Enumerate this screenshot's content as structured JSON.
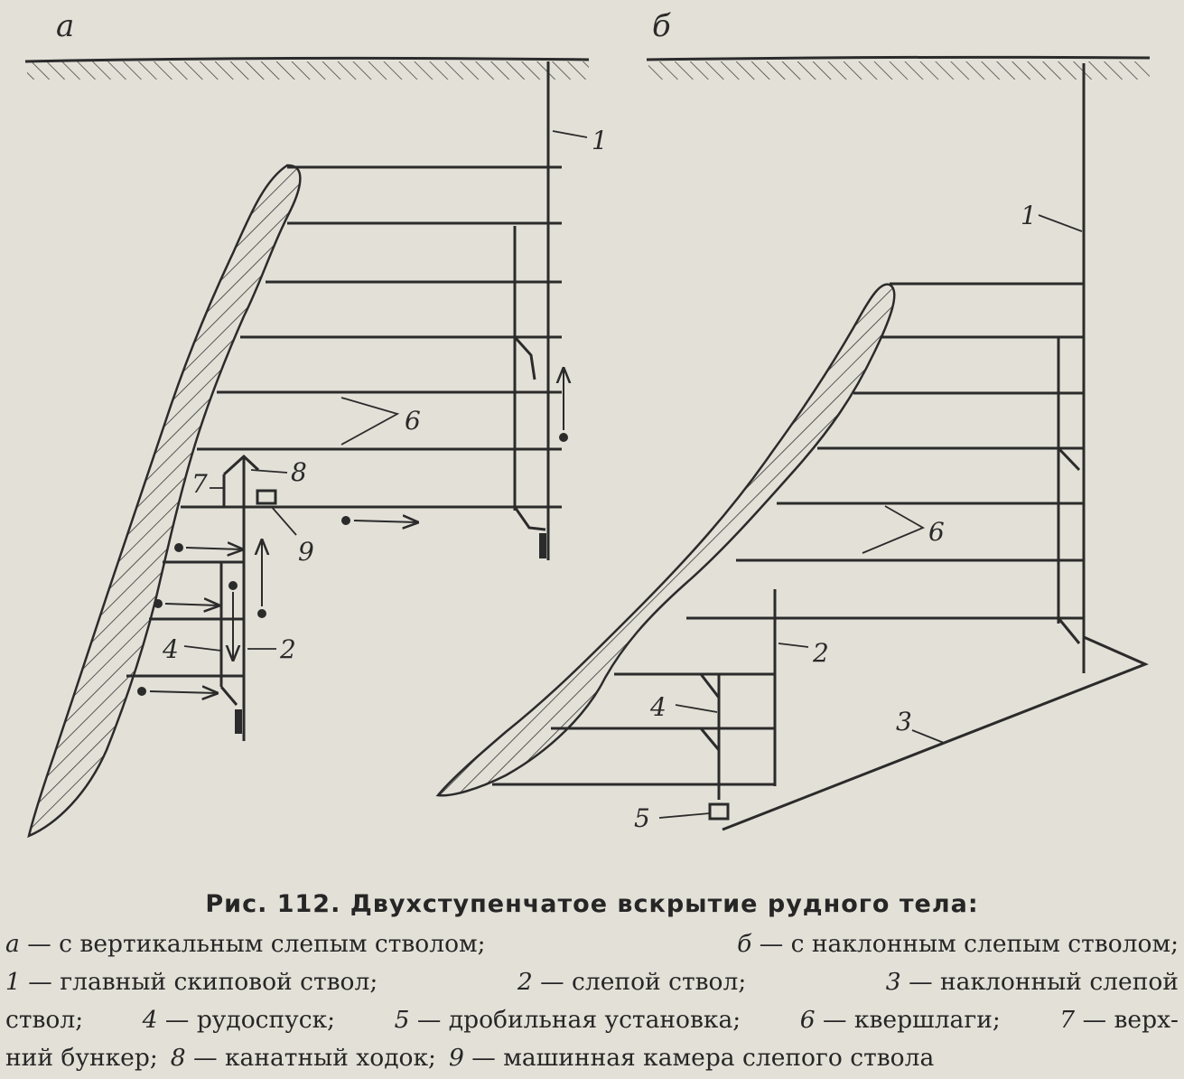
{
  "panels": {
    "a": "а",
    "b": "б"
  },
  "labels_a": {
    "l1": "1",
    "l2": "2",
    "l4": "4",
    "l6": "6",
    "l7": "7",
    "l8": "8",
    "l9": "9"
  },
  "labels_b": {
    "l1": "1",
    "l2": "2",
    "l3": "3",
    "l4": "4",
    "l5": "5",
    "l6": "6"
  },
  "caption": {
    "title": "Рис.  112.  Двухступенчатое  вскрытие  рудного  тела:",
    "lines": [
      [
        {
          "n": "а",
          "t": " — с  вертикальным  слепым  стволом;"
        },
        {
          "n": "б",
          "t": " — с  наклонным  слепым  стволом;"
        }
      ],
      [
        {
          "n": "1",
          "t": " — главный  скиповой  ствол;"
        },
        {
          "n": "2",
          "t": " — слепой  ствол;"
        },
        {
          "n": "3",
          "t": " — наклонный  слепой"
        }
      ],
      [
        {
          "n": "",
          "t": "ствол;"
        },
        {
          "n": "4",
          "t": " — рудоспуск;"
        },
        {
          "n": "5",
          "t": " — дробильная  установка;"
        },
        {
          "n": "6",
          "t": " — квершлаги;"
        },
        {
          "n": "7",
          "t": " — верх-"
        }
      ],
      [
        {
          "n": "",
          "t": "ний  бункер;"
        },
        {
          "n": "8",
          "t": " — канатный  ходок;"
        },
        {
          "n": "9",
          "t": " — машинная  камера  слепого  ствола"
        }
      ]
    ]
  },
  "colors": {
    "ink": "#2b2b2b",
    "paper": "#e3e0d7"
  }
}
